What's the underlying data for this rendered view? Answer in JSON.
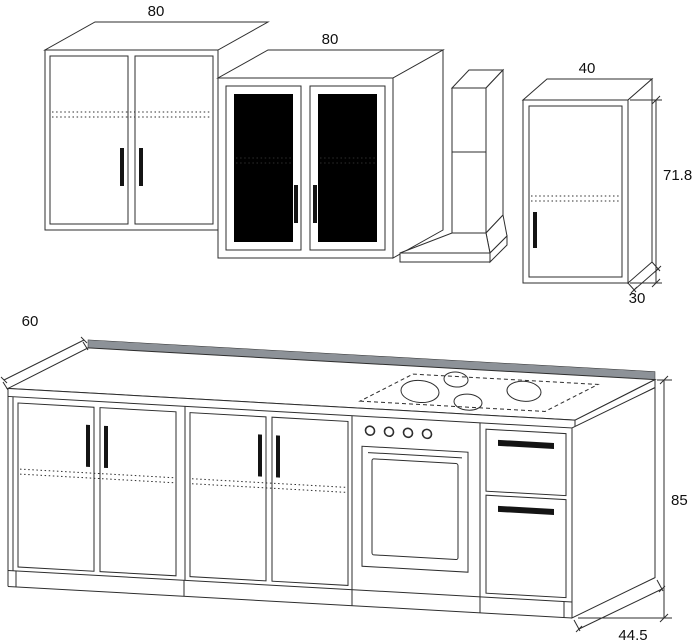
{
  "colors": {
    "line": "#2e2e2e",
    "glass": "#e6f1f9",
    "counter_edge": "#8d9298",
    "handle": "#141414",
    "background": "#ffffff"
  },
  "dimensions": {
    "wall_left_width": "80",
    "wall_mid_width": "80",
    "wall_right_width": "40",
    "wall_height": "71.8",
    "wall_depth": "30",
    "counter_depth": "60",
    "base_height": "85",
    "base_depth": "44.5"
  }
}
